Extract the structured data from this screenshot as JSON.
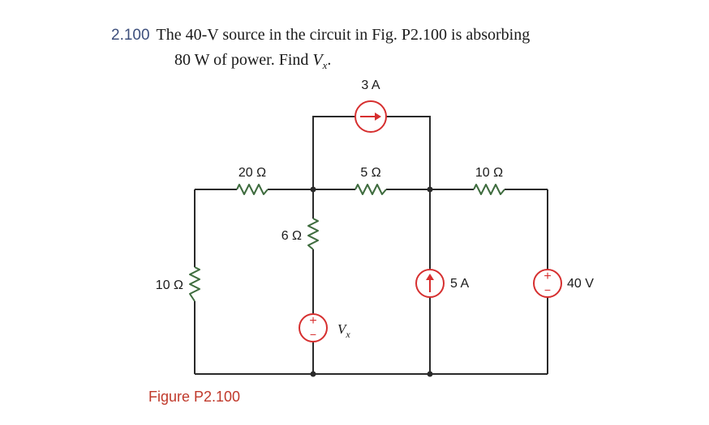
{
  "problem": {
    "number": "2.100",
    "line1": "The 40-V source in the circuit in Fig. P2.100 is absorbing",
    "line2_prefix": "80 W of power. Find ",
    "var": "V",
    "var_sub": "x",
    "line2_suffix": "."
  },
  "circuit": {
    "r_left_20": "20 Ω",
    "r_top_5": "5 Ω",
    "r_right_10": "10 Ω",
    "r_mid_6": "6 Ω",
    "r_far_left_10": "10 Ω",
    "current_top": "3 A",
    "current_mid": "5 A",
    "voltage_source_right": "40 V",
    "vx_label": "V",
    "vx_sub": "x",
    "plus": "+",
    "minus": "−"
  },
  "figure_caption": "Figure P2.100",
  "colors": {
    "resistor": "#3d6b3d",
    "source": "#d62f2f",
    "caption": "#c0392b",
    "number": "#3d4f7c"
  }
}
